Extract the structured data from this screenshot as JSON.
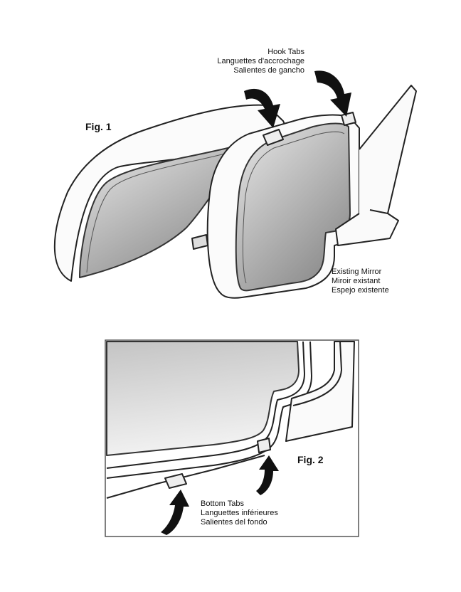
{
  "fig1": {
    "title": "Fig. 1",
    "hook_tabs": [
      "Hook Tabs",
      "Languettes d'accrochage",
      "Salientes de gancho"
    ],
    "existing_mirror": [
      "Existing Mirror",
      "Miroir existant",
      "Espejo existente"
    ]
  },
  "fig2": {
    "title": "Fig. 2",
    "bottom_tabs": [
      "Bottom Tabs",
      "Languettes inférieures",
      "Salientes del fondo"
    ]
  }
}
